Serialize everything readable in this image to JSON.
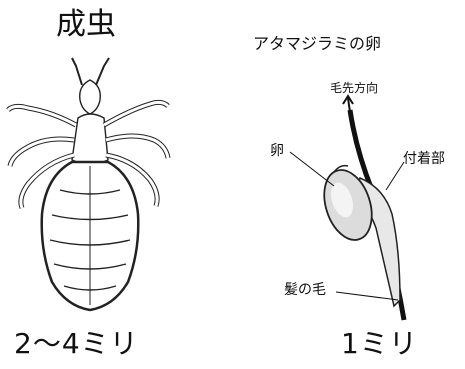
{
  "adult": {
    "title": "成虫",
    "size": "2〜4ミリ"
  },
  "egg": {
    "title": "アタマジラミの卵",
    "size": "1ミリ",
    "labels": {
      "hair_direction": "毛先方向",
      "egg": "卵",
      "attachment": "付着部",
      "hair": "髪の毛"
    }
  }
}
